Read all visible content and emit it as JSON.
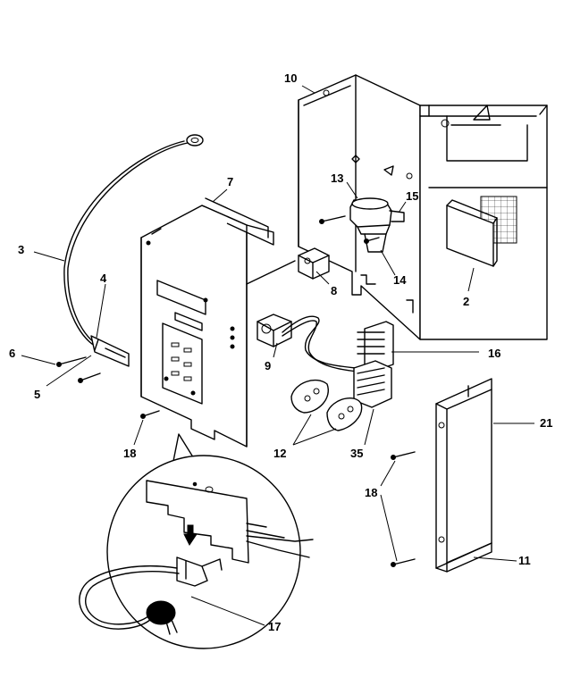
{
  "diagram": {
    "callouts": [
      {
        "id": "c10",
        "text": "10"
      },
      {
        "id": "c7",
        "text": "7"
      },
      {
        "id": "c13",
        "text": "13"
      },
      {
        "id": "c15",
        "text": "15"
      },
      {
        "id": "c3",
        "text": "3"
      },
      {
        "id": "c4",
        "text": "4"
      },
      {
        "id": "c8",
        "text": "8"
      },
      {
        "id": "c14",
        "text": "14"
      },
      {
        "id": "c2",
        "text": "2"
      },
      {
        "id": "c6",
        "text": "6"
      },
      {
        "id": "c9",
        "text": "9"
      },
      {
        "id": "c16",
        "text": "16"
      },
      {
        "id": "c5",
        "text": "5"
      },
      {
        "id": "c18a",
        "text": "18"
      },
      {
        "id": "c12",
        "text": "12"
      },
      {
        "id": "c35",
        "text": "35"
      },
      {
        "id": "c21",
        "text": "21"
      },
      {
        "id": "c18b",
        "text": "18"
      },
      {
        "id": "c11",
        "text": "11"
      },
      {
        "id": "c17",
        "text": "17"
      }
    ]
  }
}
